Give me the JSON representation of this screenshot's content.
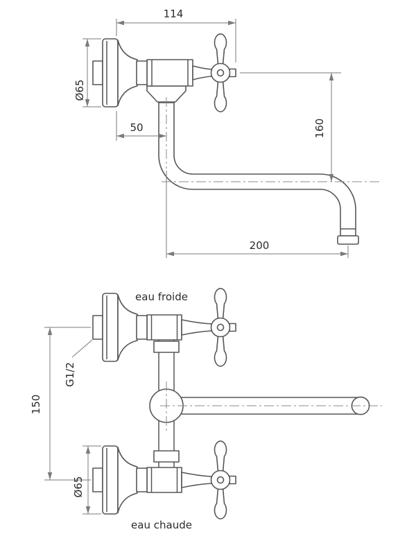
{
  "side_view": {
    "dim_width": "114",
    "dim_flange_diameter": "Ø65",
    "dim_spout_offset": "50",
    "dim_spout_drop": "160",
    "dim_spout_reach": "200"
  },
  "front_view": {
    "cold_water_label": "eau froide",
    "hot_water_label": "eau chaude",
    "thread_size_label": "G1/2",
    "dim_inlet_spacing": "150",
    "dim_flange_diameter": "Ø65"
  }
}
